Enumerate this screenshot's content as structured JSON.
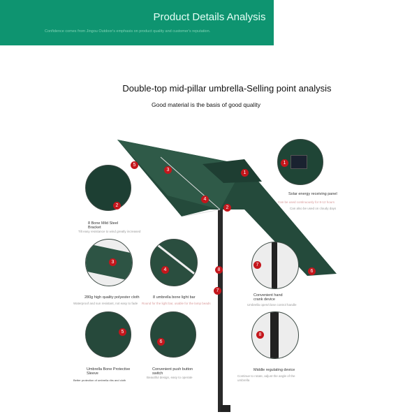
{
  "banner": {
    "title": "Product Details Analysis",
    "subtitle": "Confidence comes from Jingou Outdoor's emphasis on product quality and customer's reputation."
  },
  "heading": "Double-top mid-pillar umbrella-Selling point analysis",
  "subheading": "Good material is the basis of good quality",
  "colors": {
    "banner": "#0e9470",
    "canopy": "#22493a",
    "badge": "#c4161c"
  },
  "features": [
    {
      "num": "1",
      "label": "Solar energy receiving panel",
      "desc": "Can be used continuously for 8-12 hours",
      "desc2": "Can also be used on cloudy days"
    },
    {
      "num": "2",
      "label": "8 Bone Mild Steel Bracket",
      "desc": "Tilt easy resistance to wind greatly increased"
    },
    {
      "num": "3",
      "label": "280g high quality polyester cloth",
      "desc": "Waterproof and sun resistant, not easy to fade"
    },
    {
      "num": "4",
      "label": "8 umbrella bone light bar",
      "desc": "Round for the light bar, usable for the lamp beads"
    },
    {
      "num": "5",
      "label": "Umbrella Bone Protective Sleeve",
      "desc": "Better protection of umbrella ribs and cloth"
    },
    {
      "num": "6",
      "label": "Convenient push button switch",
      "desc": "Beautiful design, easy to operate"
    },
    {
      "num": "7",
      "label": "Convenient hand crank device",
      "desc": "Umbrella open/close control handle"
    },
    {
      "num": "8",
      "label": "Middle regulating device",
      "desc": "Continue to rotate, adjust the angle of the umbrella"
    }
  ]
}
